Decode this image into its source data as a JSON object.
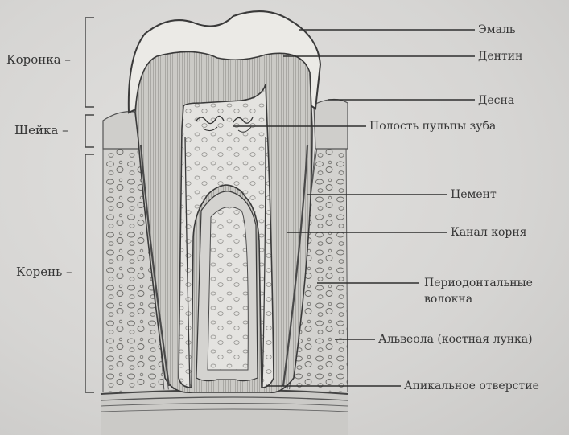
{
  "labels_left": {
    "crown": "Коронка –",
    "neck": "Шейка –",
    "root": "Корень –"
  },
  "labels_right": {
    "enamel": "Эмаль",
    "dentin": "Дентин",
    "gum": "Десна",
    "pulp": "Полость пульпы зуба",
    "cement": "Цемент",
    "canal": "Канал корня",
    "periodontal_1": "Периодонтальные",
    "periodontal_2": "волокна",
    "alveola": "Альвеола (костная лунка)",
    "apical": "Апикальное отверстие"
  },
  "colors": {
    "background": "#d9d8d6",
    "ink": "#3a3a3a",
    "enamel": "#e9e8e4",
    "dentin": "#c4c3bf",
    "pulp": "#e6e5e2",
    "bone": "#d2d1ce"
  }
}
